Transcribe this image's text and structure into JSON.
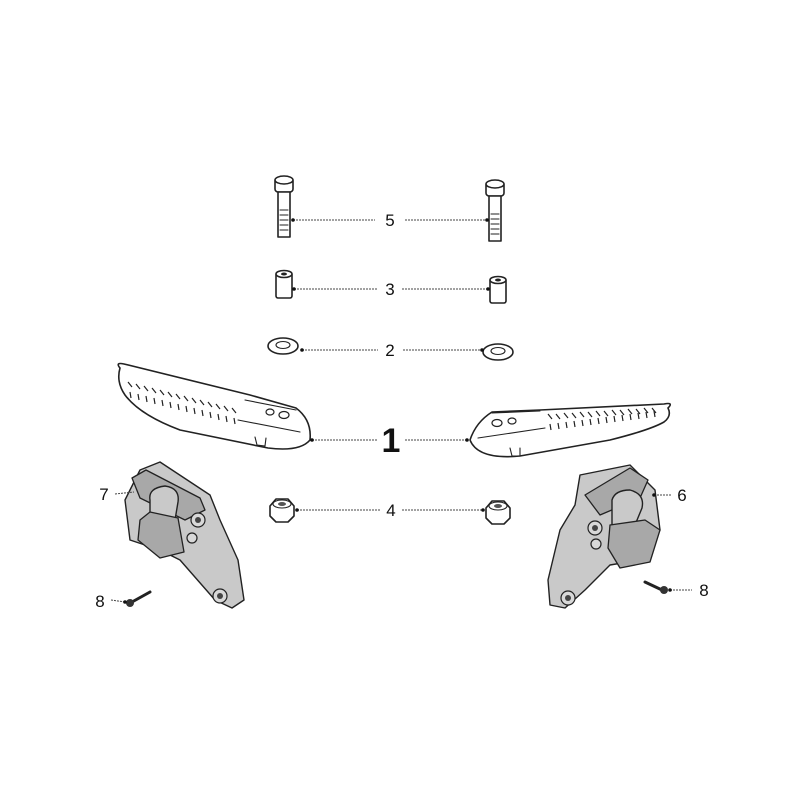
{
  "diagram": {
    "type": "exploded-parts-diagram",
    "parts": [
      {
        "ref": "1",
        "name": "footrest",
        "count": 2,
        "label_position": "center"
      },
      {
        "ref": "2",
        "name": "washer",
        "count": 2,
        "label_position": "center"
      },
      {
        "ref": "3",
        "name": "spacer-bushing",
        "count": 2,
        "label_position": "center"
      },
      {
        "ref": "4",
        "name": "nut",
        "count": 2,
        "label_position": "center"
      },
      {
        "ref": "5",
        "name": "bolt",
        "count": 2,
        "label_position": "center"
      },
      {
        "ref": "6",
        "name": "right-footrest-bracket",
        "count": 1,
        "label_position": "right"
      },
      {
        "ref": "7",
        "name": "left-footrest-bracket",
        "count": 1,
        "label_position": "left"
      },
      {
        "ref": "8",
        "name": "screw",
        "count": 2,
        "label_position": "left-and-right"
      }
    ],
    "labels": {
      "bolt": "5",
      "spacer": "3",
      "washer": "2",
      "footrest": "1",
      "nut": "4",
      "bracket_right": "6",
      "bracket_left": "7",
      "screw_left": "8",
      "screw_right": "8"
    }
  }
}
